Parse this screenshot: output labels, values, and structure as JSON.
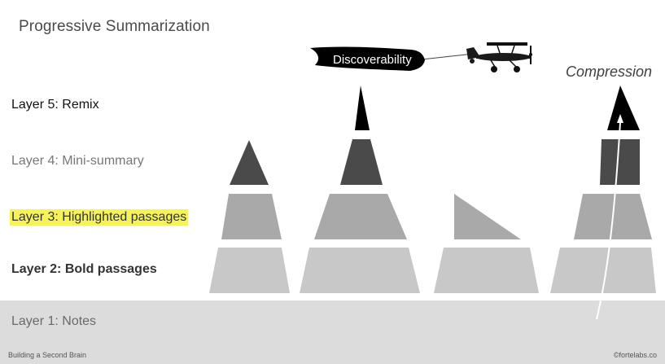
{
  "title": "Progressive Summarization",
  "layers": {
    "layer5": "Layer 5: Remix",
    "layer4": "Layer 4: Mini-summary",
    "layer3": "Layer 3: Highlighted passages",
    "layer2": "Layer 2: Bold passages",
    "layer1": "Layer 1: Notes"
  },
  "banner": "Discoverability",
  "compression": "Compression",
  "footer": {
    "left": "Building a Second Brain",
    "right": "©fortelabs.co"
  },
  "colors": {
    "highlight": "#f6f25a",
    "layer1_band": "#dcdcdc",
    "layer2_shape": "#c8c8c8",
    "layer3_shape": "#a9a9a9",
    "layer4_shape": "#4a4a4a",
    "layer5_shape": "#000000"
  },
  "icons": [
    "airplane-icon",
    "banner-flag",
    "compression-arrow"
  ]
}
